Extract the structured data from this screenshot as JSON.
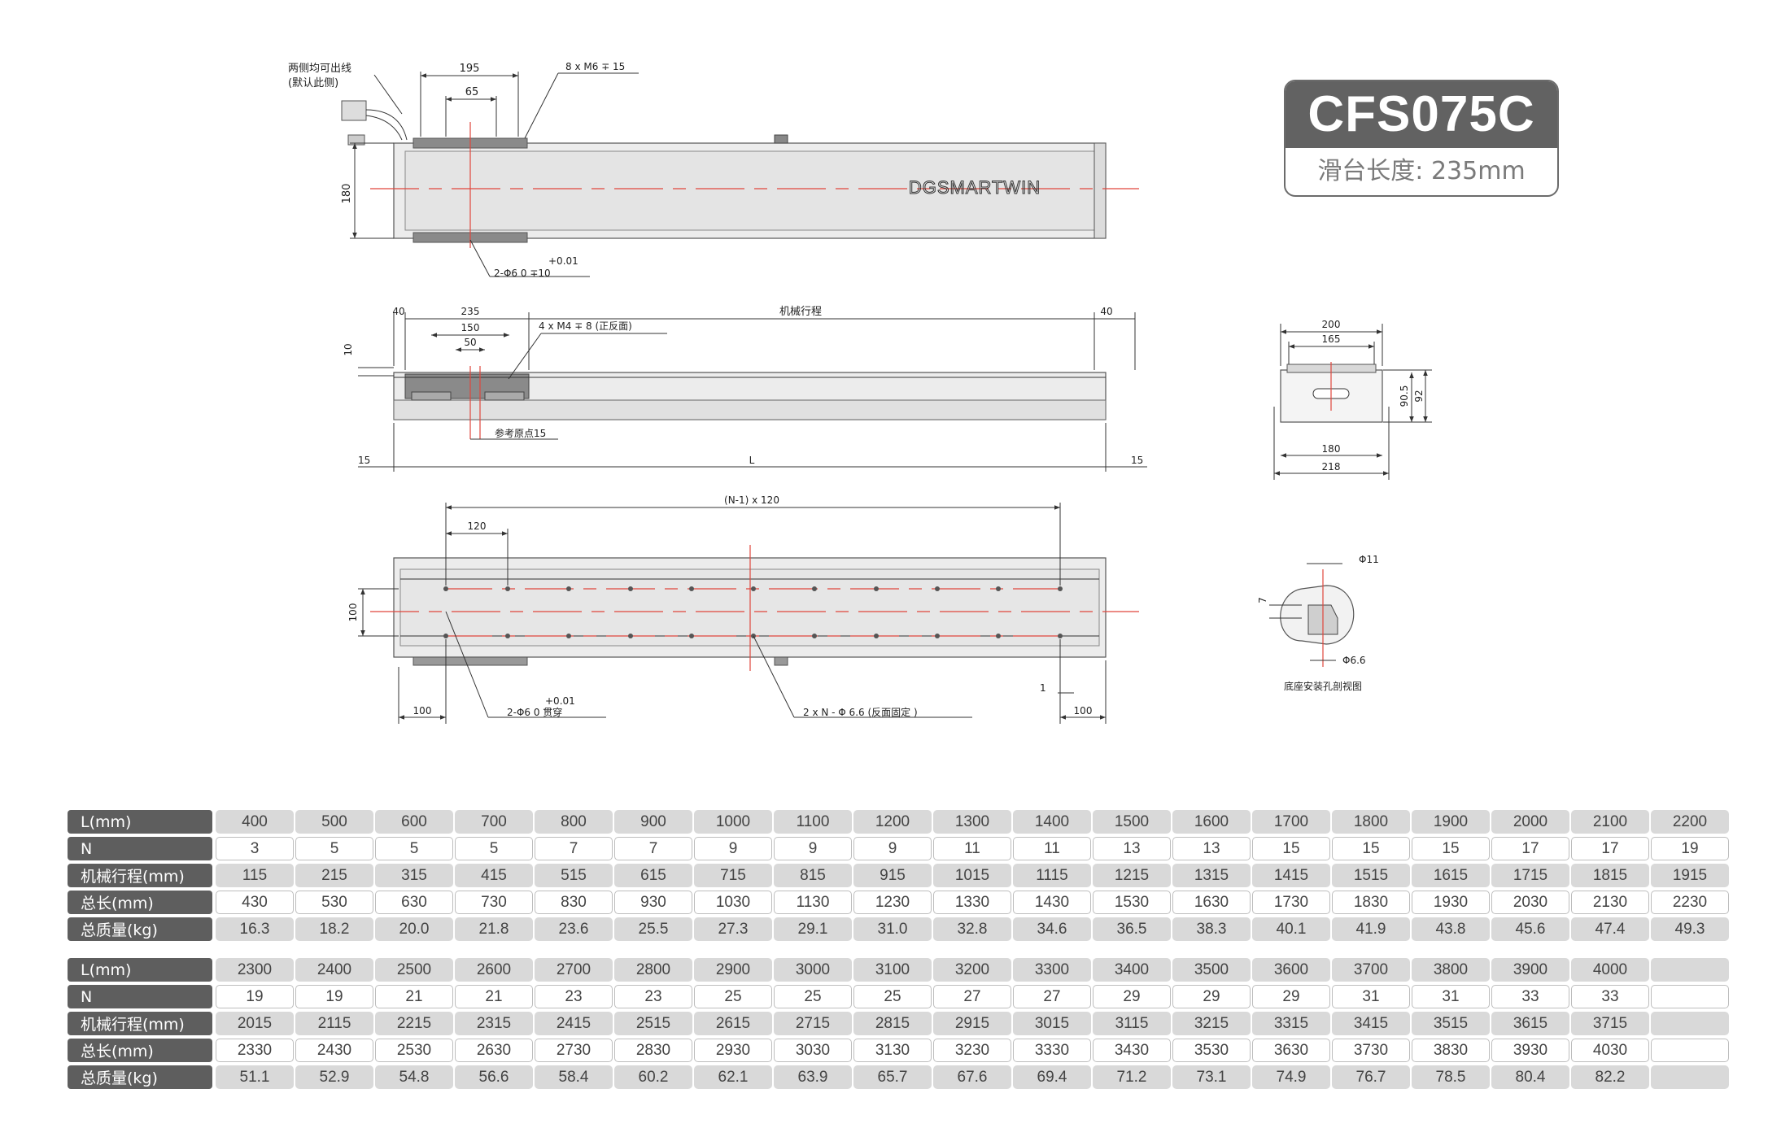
{
  "product": {
    "model": "CFS075C",
    "slider_length": "滑台长度: 235mm",
    "brand": "DGSMARTWIN"
  },
  "drawing": {
    "top_view": {
      "cable_note_1": "两侧均可出线",
      "cable_note_2": "(默认此侧)",
      "dim_195": "195",
      "dim_65": "65",
      "holes_top": "8 x M6 ∓ 15",
      "dim_180": "180",
      "pin_tol": "+0.01",
      "pin_holes": "2-Φ6  0   ∓10"
    },
    "side_view": {
      "dim_40_left": "40",
      "dim_235": "235",
      "dim_150": "150",
      "dim_50": "50",
      "holes_side": "4 x M4 ∓ 8 (正反面)",
      "stroke_label": "机械行程",
      "dim_40_right": "40",
      "dim_10": "10",
      "ref_origin": "参考原点15",
      "dim_15_left": "15",
      "dim_L": "L",
      "dim_15_right": "15"
    },
    "end_view": {
      "dim_200": "200",
      "dim_165": "165",
      "dim_90_5": "90.5",
      "dim_92": "92",
      "dim_180": "180",
      "dim_218": "218"
    },
    "bottom_view": {
      "pitch_total": "(N-1) x 120",
      "dim_120": "120",
      "dim_100_v": "100",
      "pin_tol": "+0.01",
      "pin_through": "2-Φ6  0   贯穿",
      "mount_holes": "2 x N - Φ 6.6 (反面固定 )",
      "dim_1": "1",
      "dim_100_left": "100",
      "dim_100_right": "100"
    },
    "section_view": {
      "dia_11": "Φ11",
      "dim_7": "7",
      "dia_6_6": "Φ6.6",
      "caption": "底座安装孔剖视图"
    }
  },
  "tables": [
    {
      "rows": [
        {
          "label": "L(mm)",
          "values": [
            "400",
            "500",
            "600",
            "700",
            "800",
            "900",
            "1000",
            "1100",
            "1200",
            "1300",
            "1400",
            "1500",
            "1600",
            "1700",
            "1800",
            "1900",
            "2000",
            "2100",
            "2200"
          ]
        },
        {
          "label": "N",
          "values": [
            "3",
            "5",
            "5",
            "5",
            "7",
            "7",
            "9",
            "9",
            "9",
            "11",
            "11",
            "13",
            "13",
            "15",
            "15",
            "15",
            "17",
            "17",
            "19"
          ]
        },
        {
          "label": "机械行程(mm)",
          "values": [
            "115",
            "215",
            "315",
            "415",
            "515",
            "615",
            "715",
            "815",
            "915",
            "1015",
            "1115",
            "1215",
            "1315",
            "1415",
            "1515",
            "1615",
            "1715",
            "1815",
            "1915"
          ]
        },
        {
          "label": "总长(mm)",
          "values": [
            "430",
            "530",
            "630",
            "730",
            "830",
            "930",
            "1030",
            "1130",
            "1230",
            "1330",
            "1430",
            "1530",
            "1630",
            "1730",
            "1830",
            "1930",
            "2030",
            "2130",
            "2230"
          ]
        },
        {
          "label": "总质量(kg)",
          "values": [
            "16.3",
            "18.2",
            "20.0",
            "21.8",
            "23.6",
            "25.5",
            "27.3",
            "29.1",
            "31.0",
            "32.8",
            "34.6",
            "36.5",
            "38.3",
            "40.1",
            "41.9",
            "43.8",
            "45.6",
            "47.4",
            "49.3"
          ]
        }
      ]
    },
    {
      "rows": [
        {
          "label": "L(mm)",
          "values": [
            "2300",
            "2400",
            "2500",
            "2600",
            "2700",
            "2800",
            "2900",
            "3000",
            "3100",
            "3200",
            "3300",
            "3400",
            "3500",
            "3600",
            "3700",
            "3800",
            "3900",
            "4000",
            ""
          ]
        },
        {
          "label": "N",
          "values": [
            "19",
            "19",
            "21",
            "21",
            "23",
            "23",
            "25",
            "25",
            "25",
            "27",
            "27",
            "29",
            "29",
            "29",
            "31",
            "31",
            "33",
            "33",
            ""
          ]
        },
        {
          "label": "机械行程(mm)",
          "values": [
            "2015",
            "2115",
            "2215",
            "2315",
            "2415",
            "2515",
            "2615",
            "2715",
            "2815",
            "2915",
            "3015",
            "3115",
            "3215",
            "3315",
            "3415",
            "3515",
            "3615",
            "3715",
            ""
          ]
        },
        {
          "label": "总长(mm)",
          "values": [
            "2330",
            "2430",
            "2530",
            "2630",
            "2730",
            "2830",
            "2930",
            "3030",
            "3130",
            "3230",
            "3330",
            "3430",
            "3530",
            "3630",
            "3730",
            "3830",
            "3930",
            "4030",
            ""
          ]
        },
        {
          "label": "总质量(kg)",
          "values": [
            "51.1",
            "52.9",
            "54.8",
            "56.6",
            "58.4",
            "60.2",
            "62.1",
            "63.9",
            "65.7",
            "67.6",
            "69.4",
            "71.2",
            "73.1",
            "74.9",
            "76.7",
            "78.5",
            "80.4",
            "82.2",
            ""
          ]
        }
      ]
    }
  ]
}
